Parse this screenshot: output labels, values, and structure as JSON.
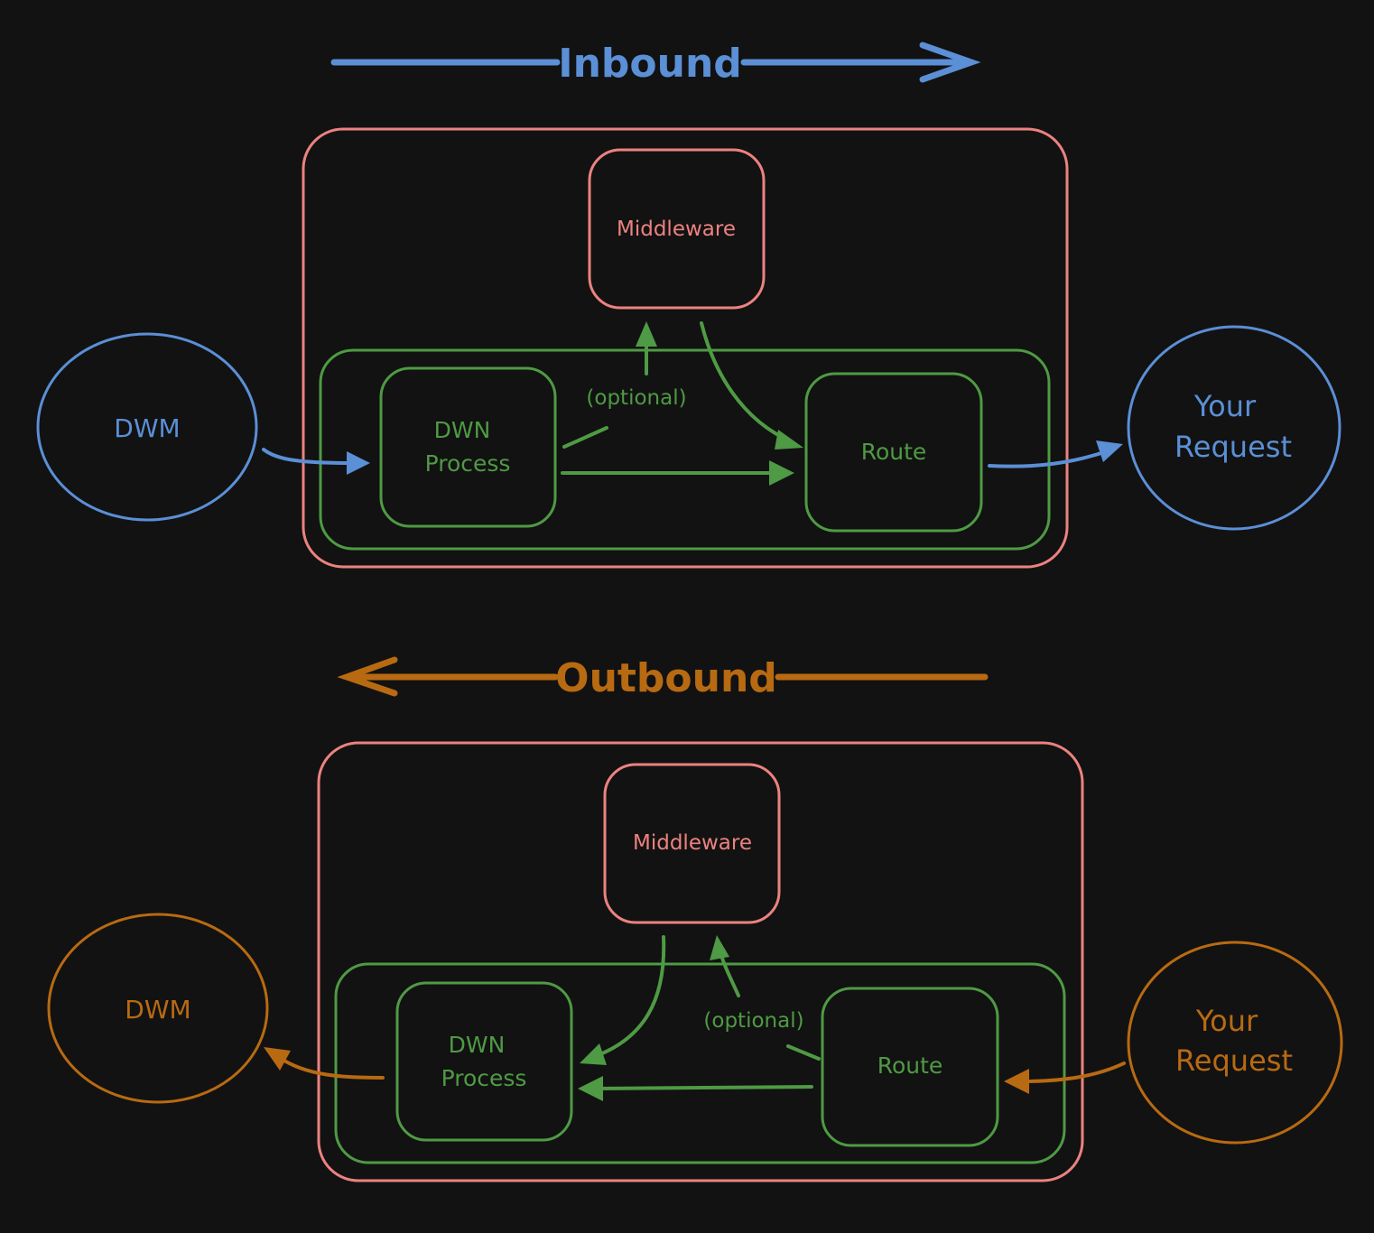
{
  "colors": {
    "background": "#121212",
    "inbound": "#5b8fd6",
    "outbound": "#b86a12",
    "middleware": "#ec8280",
    "process": "#4f9a44"
  },
  "inbound": {
    "title": "Inbound",
    "dwm_label": "DWM",
    "middleware_label": "Middleware",
    "process_label_line1": "DWN",
    "process_label_line2": "Process",
    "optional_label": "(optional)",
    "route_label": "Route",
    "request_label_line1": "Your",
    "request_label_line2": "Request"
  },
  "outbound": {
    "title": "Outbound",
    "dwm_label": "DWM",
    "middleware_label": "Middleware",
    "process_label_line1": "DWN",
    "process_label_line2": "Process",
    "optional_label": "(optional)",
    "route_label": "Route",
    "request_label_line1": "Your",
    "request_label_line2": "Request"
  }
}
